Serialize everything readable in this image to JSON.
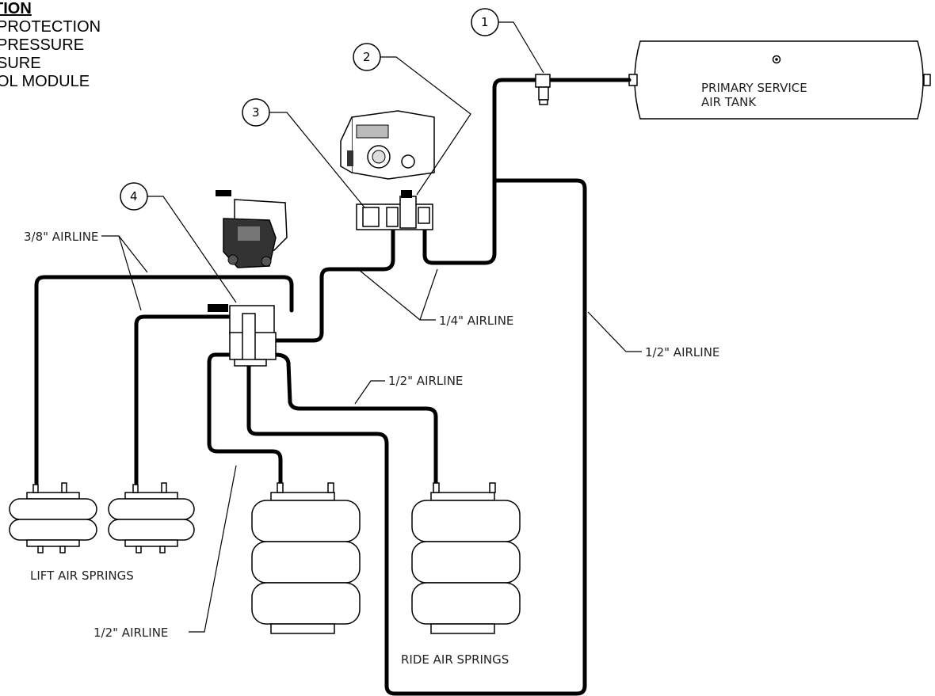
{
  "legend": {
    "title": "TION",
    "items": [
      "PROTECTION",
      "PRESSURE",
      "SURE",
      "OL MODULE"
    ]
  },
  "callouts": [
    "1",
    "2",
    "3",
    "4"
  ],
  "labels": {
    "tank": [
      "PRIMARY SERVICE",
      "AIR TANK"
    ],
    "airline_38": "3/8\" AIRLINE",
    "airline_14": "1/4\" AIRLINE",
    "airline_12_right": "1/2\" AIRLINE",
    "airline_12_middle": "1/2\" AIRLINE",
    "airline_12_bottom": "1/2\" AIRLINE",
    "lift_springs": "LIFT AIR SPRINGS",
    "ride_springs": "RIDE AIR SPRINGS"
  },
  "colors": {
    "line": "#000000",
    "background": "#ffffff"
  }
}
